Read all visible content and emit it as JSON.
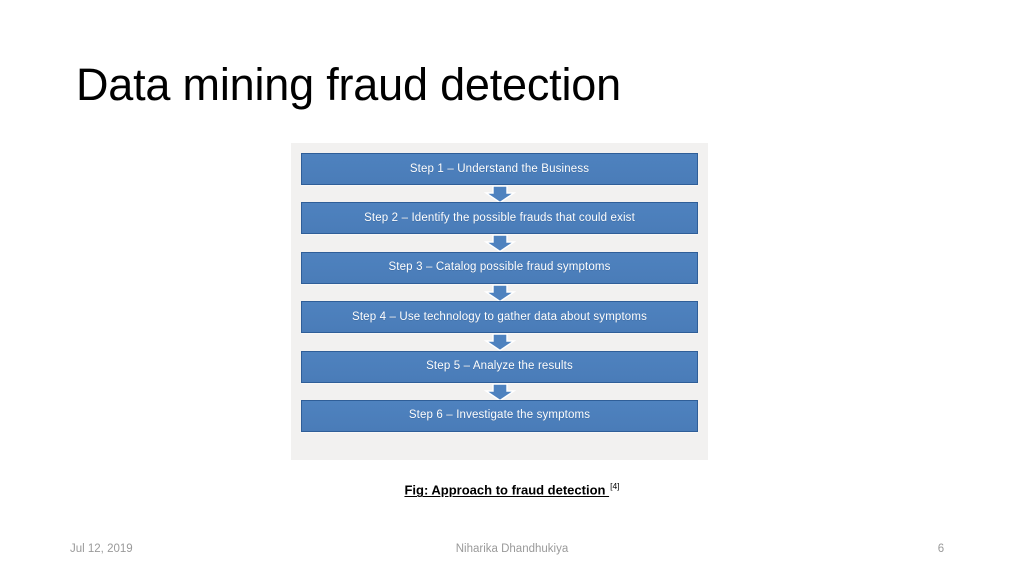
{
  "slide": {
    "title": "Data mining fraud detection",
    "background_color": "#ffffff"
  },
  "figure": {
    "background_color": "#f2f1f0",
    "box_fill_color": "#4e82bf",
    "box_border_color": "#2f5e98",
    "box_text_color": "#ffffff",
    "arrow_icon_name": "down-block-arrow-icon",
    "steps": [
      {
        "label": "Step 1 – Understand the Business"
      },
      {
        "label": "Step 2 – Identify the possible frauds that could exist"
      },
      {
        "label": "Step 3 – Catalog possible fraud symptoms"
      },
      {
        "label": "Step 4 – Use technology to gather data about symptoms"
      },
      {
        "label": "Step 5 – Analyze the results"
      },
      {
        "label": "Step 6 – Investigate the symptoms"
      }
    ]
  },
  "caption": {
    "text": "Fig: Approach to fraud detection ",
    "reference": "[4]"
  },
  "footer": {
    "date": "Jul 12, 2019",
    "author": "Niharika Dhandhukiya",
    "page_number": "6",
    "text_color": "#9a9a9a"
  }
}
